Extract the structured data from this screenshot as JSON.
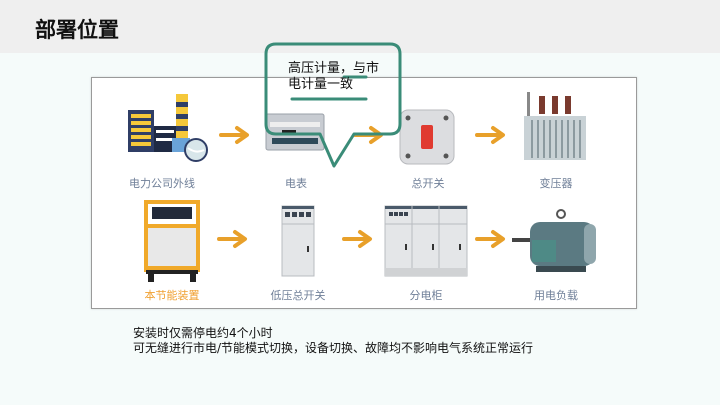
{
  "header": {
    "title": "部署位置"
  },
  "diagram": {
    "row1": [
      {
        "label": "电力公司外线",
        "icon": "power-plant-icon"
      },
      {
        "label": "电表",
        "icon": "electric-meter-icon"
      },
      {
        "label": "总开关",
        "icon": "main-switch-icon"
      },
      {
        "label": "变压器",
        "icon": "transformer-icon"
      }
    ],
    "row2": [
      {
        "label": "本节能装置",
        "icon": "energy-saving-device-icon",
        "highlight": true
      },
      {
        "label": "低压总开关",
        "icon": "low-voltage-cabinet-icon"
      },
      {
        "label": "分电柜",
        "icon": "distribution-cabinet-icon"
      },
      {
        "label": "用电负载",
        "icon": "motor-load-icon"
      }
    ],
    "arrow_icon": "arrow-right-icon",
    "colors": {
      "arrow": "#e8a02a",
      "label": "#6f7f98",
      "highlight_label": "#f0a030",
      "callout_border": "#3a8c78"
    }
  },
  "callout": {
    "line1": "高压计量，与市",
    "line2": "电计量一致"
  },
  "notes": {
    "line1": "安装时仅需停电约4个小时",
    "line2": "可无缝进行市电/节能模式切换，设备切换、故障均不影响电气系统正常运行"
  }
}
